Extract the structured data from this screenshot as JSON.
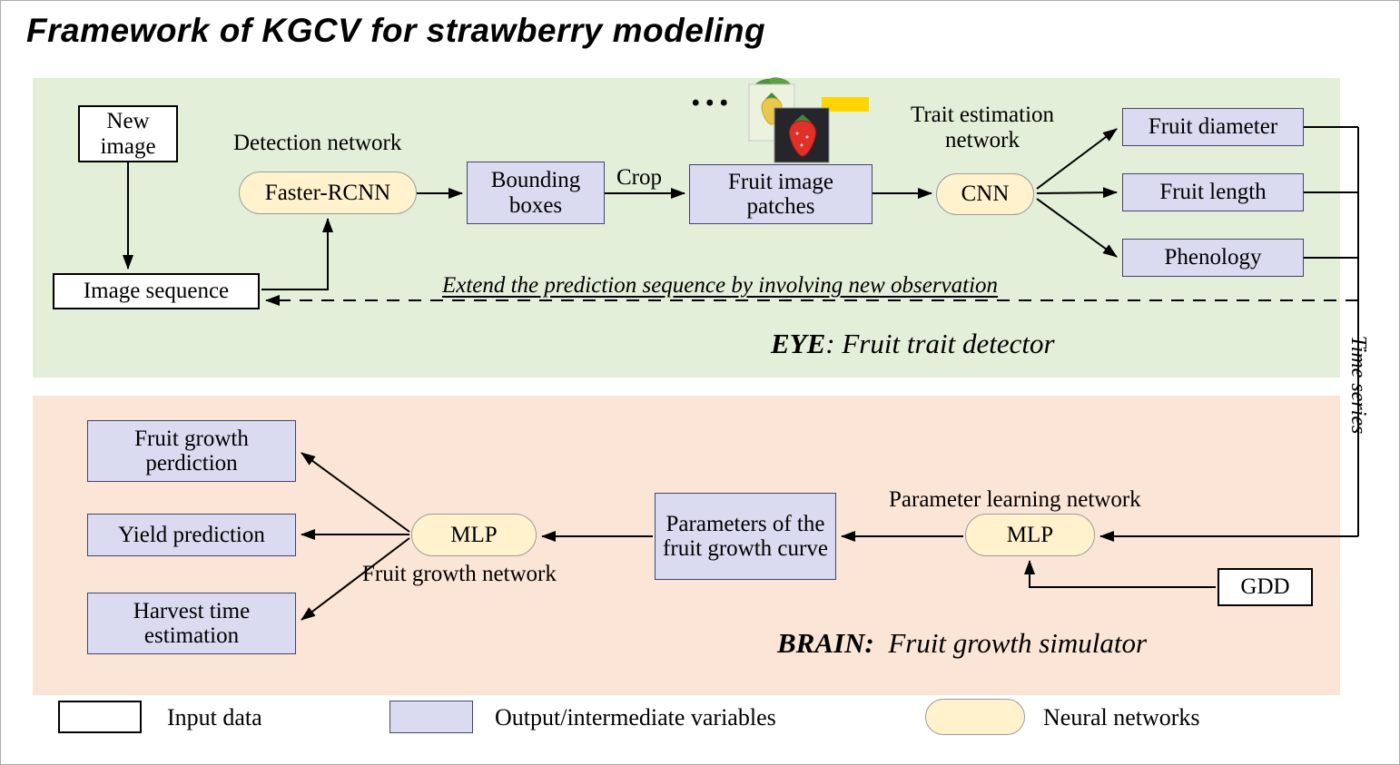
{
  "title": "Framework of KGCV for strawberry modeling",
  "colors": {
    "panel_green": "#e3efd9",
    "panel_orange": "#fbe5d6",
    "box_lavender": "#dadaf1",
    "box_yellow": "#fff2cc",
    "box_white": "#ffffff"
  },
  "eye": {
    "new_image": "New image",
    "image_sequence": "Image sequence",
    "detection_network_label": "Detection network",
    "faster_rcnn": "Faster-RCNN",
    "bounding_boxes": "Bounding boxes",
    "crop_label": "Crop",
    "fruit_image_patches": "Fruit image patches",
    "dots": "...",
    "trait_estimation_label": "Trait estimation network",
    "cnn": "CNN",
    "outputs": [
      "Fruit diameter",
      "Fruit length",
      "Phenology"
    ],
    "feedback_label": "Extend the prediction sequence by involving new observation",
    "panel_label_bold": "EYE",
    "panel_label_rest": ": Fruit trait detector"
  },
  "time_series_label": "Time series",
  "brain": {
    "outputs": [
      "Fruit growth perdiction",
      "Yield prediction",
      "Harvest time estimation"
    ],
    "mlp_left": "MLP",
    "fruit_growth_network_label": "Fruit growth network",
    "parameters_box": "Parameters of the fruit growth curve",
    "parameter_learning_label": "Parameter learning network",
    "mlp_right": "MLP",
    "gdd": "GDD",
    "panel_label_bold": "BRAIN:",
    "panel_label_rest": "  Fruit growth simulator"
  },
  "legend": {
    "input": "Input data",
    "output": "Output/intermediate variables",
    "nn": "Neural networks"
  }
}
